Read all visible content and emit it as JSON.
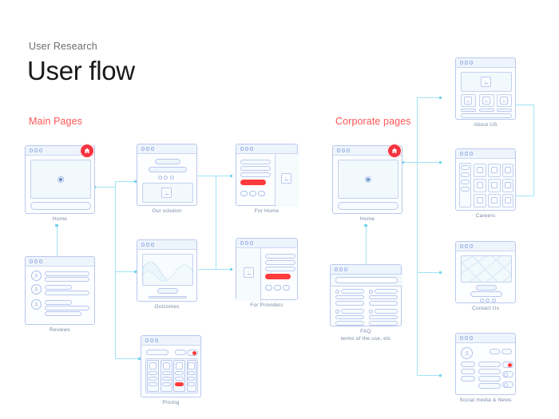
{
  "header": {
    "eyebrow": "User Research",
    "title": "User flow"
  },
  "sections": [
    {
      "id": "main-pages",
      "label": "Main Pages"
    },
    {
      "id": "corporate-pages",
      "label": "Corporate pages"
    }
  ],
  "colors": {
    "accent_red": "#ff5656",
    "cta_red": "#ff3b3b",
    "badge_red": "#f5333f",
    "connector": "#9fe4f5",
    "wireframe_line": "#b9c8ee",
    "caption": "#7b8caa",
    "title": "#191919",
    "eyebrow": "#6d6d6d",
    "background": "#ffffff"
  },
  "nodes": [
    {
      "id": "home-main",
      "label": "Home",
      "sublabel": "",
      "badge": "home-icon",
      "column": "main"
    },
    {
      "id": "reviews",
      "label": "Reviews",
      "sublabel": "",
      "badge": "",
      "column": "main"
    },
    {
      "id": "our-solution",
      "label": "Our solution",
      "sublabel": "",
      "badge": "",
      "column": "main"
    },
    {
      "id": "outcomes",
      "label": "Outcomes",
      "sublabel": "",
      "badge": "",
      "column": "main"
    },
    {
      "id": "pricing",
      "label": "Pricing",
      "sublabel": "",
      "badge": "",
      "column": "main"
    },
    {
      "id": "for-home",
      "label": "For Home",
      "sublabel": "",
      "badge": "",
      "column": "main"
    },
    {
      "id": "for-providers",
      "label": "For Providers",
      "sublabel": "",
      "badge": "",
      "column": "main"
    },
    {
      "id": "home-corporate",
      "label": "Home",
      "sublabel": "",
      "badge": "home-icon",
      "column": "corporate"
    },
    {
      "id": "faq",
      "label": "FAQ",
      "sublabel": "terms of the use, etc",
      "badge": "",
      "column": "corporate"
    },
    {
      "id": "about-us",
      "label": "About US",
      "sublabel": "",
      "badge": "",
      "column": "corporate"
    },
    {
      "id": "careers",
      "label": "Careers",
      "sublabel": "",
      "badge": "",
      "column": "corporate"
    },
    {
      "id": "contact-us",
      "label": "Contact Us",
      "sublabel": "",
      "badge": "",
      "column": "corporate"
    },
    {
      "id": "social-news",
      "label": "Social media & News",
      "sublabel": "",
      "badge": "",
      "column": "corporate"
    }
  ]
}
